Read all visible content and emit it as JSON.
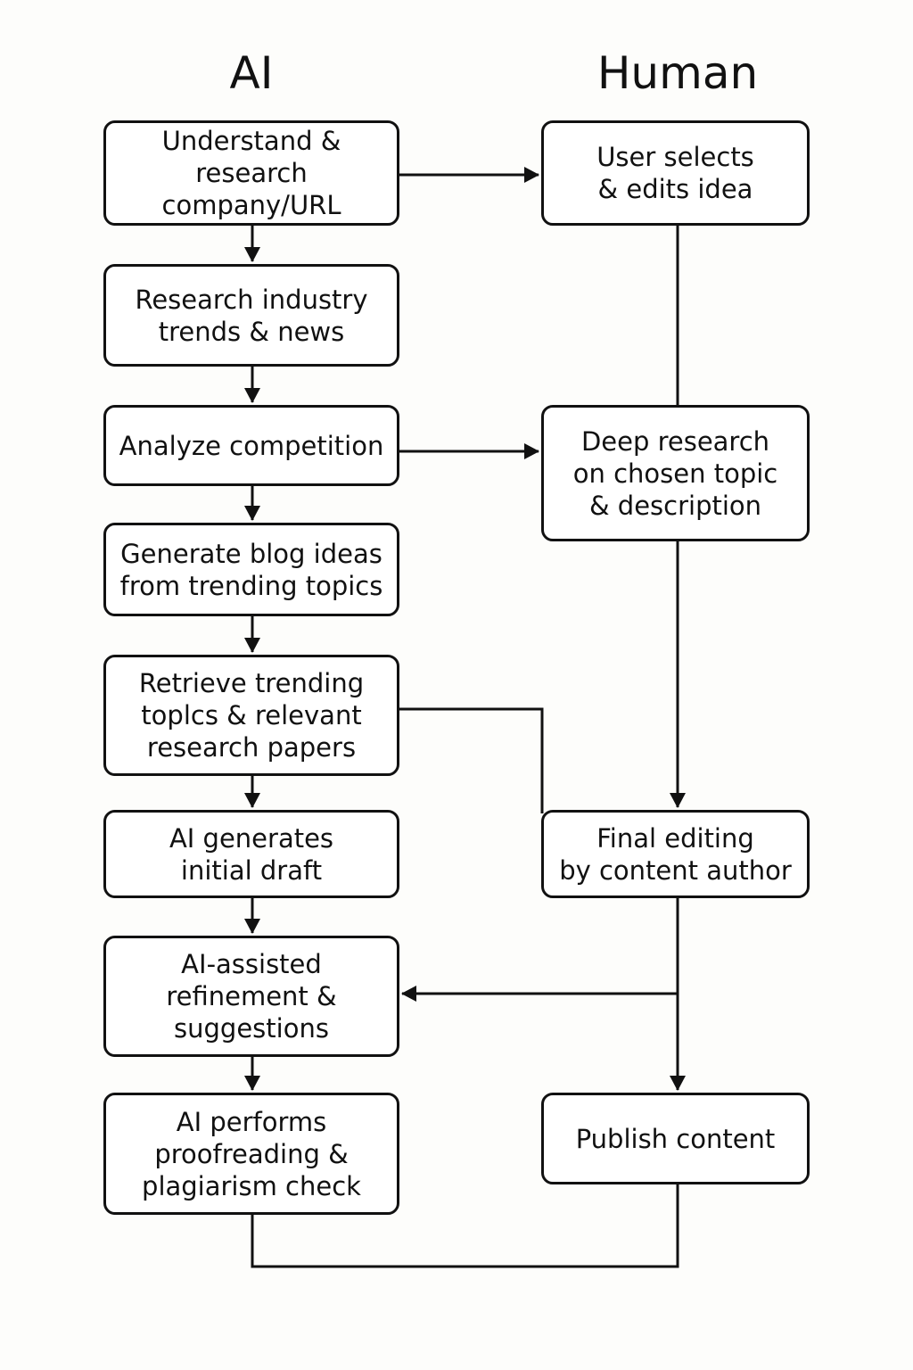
{
  "columns": {
    "ai": "AI",
    "human": "Human"
  },
  "ai_steps": [
    "Understand &\nresearch company/URL",
    "Research industry\ntrends & news",
    "Analyze competition",
    "Generate blog ideas\nfrom trending topics",
    "Retrieve trending\ntoplcs & relevant\nresearch papers",
    "AI generates\ninitial draft",
    "AI-assisted\nrefinement &\nsuggestions",
    "AI performs\nproofreading &\nplagiarism check"
  ],
  "human_steps": [
    "User selects\n& edits idea",
    "Deep research\non chosen topic\n& description",
    "Final editing\nby content author",
    "Publish content"
  ]
}
